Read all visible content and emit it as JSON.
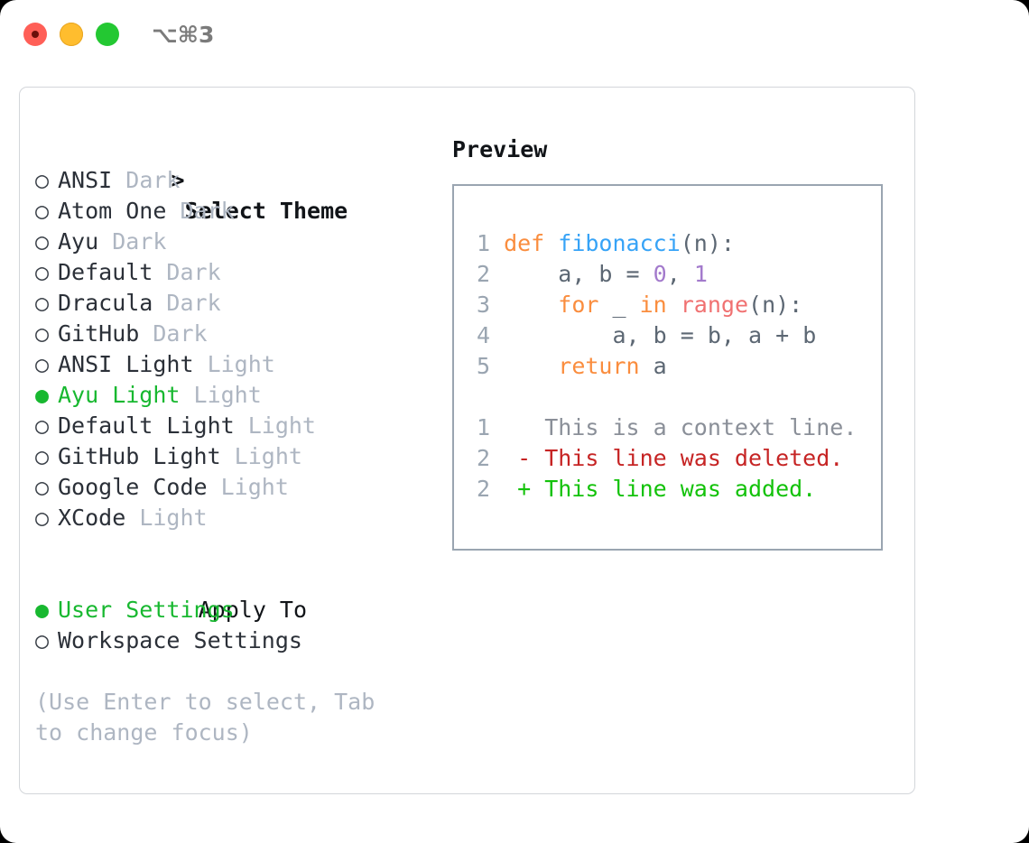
{
  "window": {
    "traffic_lights": [
      "close",
      "minimize",
      "maximize"
    ],
    "shortcut_label": "⌥⌘3"
  },
  "theme_section": {
    "header_caret": ">",
    "header_label": "Select Theme",
    "focused": true,
    "bullet_selected": "●",
    "bullet_unselected": "○",
    "items": [
      {
        "name": "ANSI",
        "tag": "Dark",
        "selected": false
      },
      {
        "name": "Atom One",
        "tag": "Dark",
        "selected": false
      },
      {
        "name": "Ayu",
        "tag": "Dark",
        "selected": false
      },
      {
        "name": "Default",
        "tag": "Dark",
        "selected": false
      },
      {
        "name": "Dracula",
        "tag": "Dark",
        "selected": false
      },
      {
        "name": "GitHub",
        "tag": "Dark",
        "selected": false
      },
      {
        "name": "ANSI Light",
        "tag": "Light",
        "selected": false
      },
      {
        "name": "Ayu Light",
        "tag": "Light",
        "selected": true
      },
      {
        "name": "Default Light",
        "tag": "Light",
        "selected": false
      },
      {
        "name": "GitHub Light",
        "tag": "Light",
        "selected": false
      },
      {
        "name": "Google Code",
        "tag": "Light",
        "selected": false
      },
      {
        "name": "XCode",
        "tag": "Light",
        "selected": false
      }
    ]
  },
  "apply_section": {
    "header_label": "Apply To",
    "focused": false,
    "items": [
      {
        "name": "User Settings",
        "selected": true
      },
      {
        "name": "Workspace Settings",
        "selected": false
      }
    ]
  },
  "hint": "(Use Enter to select, Tab to change focus)",
  "preview": {
    "title": "Preview",
    "code_lines": [
      {
        "num": "1",
        "tokens": [
          {
            "t": "def ",
            "c": "kw"
          },
          {
            "t": "fibonacci",
            "c": "fn"
          },
          {
            "t": "(n):",
            "c": "punc"
          }
        ]
      },
      {
        "num": "2",
        "tokens": [
          {
            "t": "    a, b = ",
            "c": "plain"
          },
          {
            "t": "0",
            "c": "num"
          },
          {
            "t": ", ",
            "c": "plain"
          },
          {
            "t": "1",
            "c": "num"
          }
        ]
      },
      {
        "num": "3",
        "tokens": [
          {
            "t": "    for ",
            "c": "kw"
          },
          {
            "t": "_ ",
            "c": "plain"
          },
          {
            "t": "in ",
            "c": "kw"
          },
          {
            "t": "range",
            "c": "bi"
          },
          {
            "t": "(n):",
            "c": "punc"
          }
        ]
      },
      {
        "num": "4",
        "tokens": [
          {
            "t": "        a, b = b, a + b",
            "c": "plain"
          }
        ]
      },
      {
        "num": "5",
        "tokens": [
          {
            "t": "    return ",
            "c": "kw"
          },
          {
            "t": "a",
            "c": "plain"
          }
        ]
      }
    ],
    "diff_lines": [
      {
        "num": "1",
        "marker": " ",
        "text": " This is a context line.",
        "kind": "ctx"
      },
      {
        "num": "2",
        "marker": "-",
        "text": " This line was deleted.",
        "kind": "del"
      },
      {
        "num": "2",
        "marker": "+",
        "text": " This line was added.",
        "kind": "add"
      }
    ]
  },
  "colors": {
    "accent_green": "#18b830",
    "keyword_orange": "#fa8d3e",
    "function_blue": "#36a3f7",
    "number_purple": "#a37acc",
    "builtin_red": "#f07171",
    "diff_delete": "#c62424",
    "diff_add": "#13c20a",
    "muted_grey": "#aeb6c2"
  }
}
